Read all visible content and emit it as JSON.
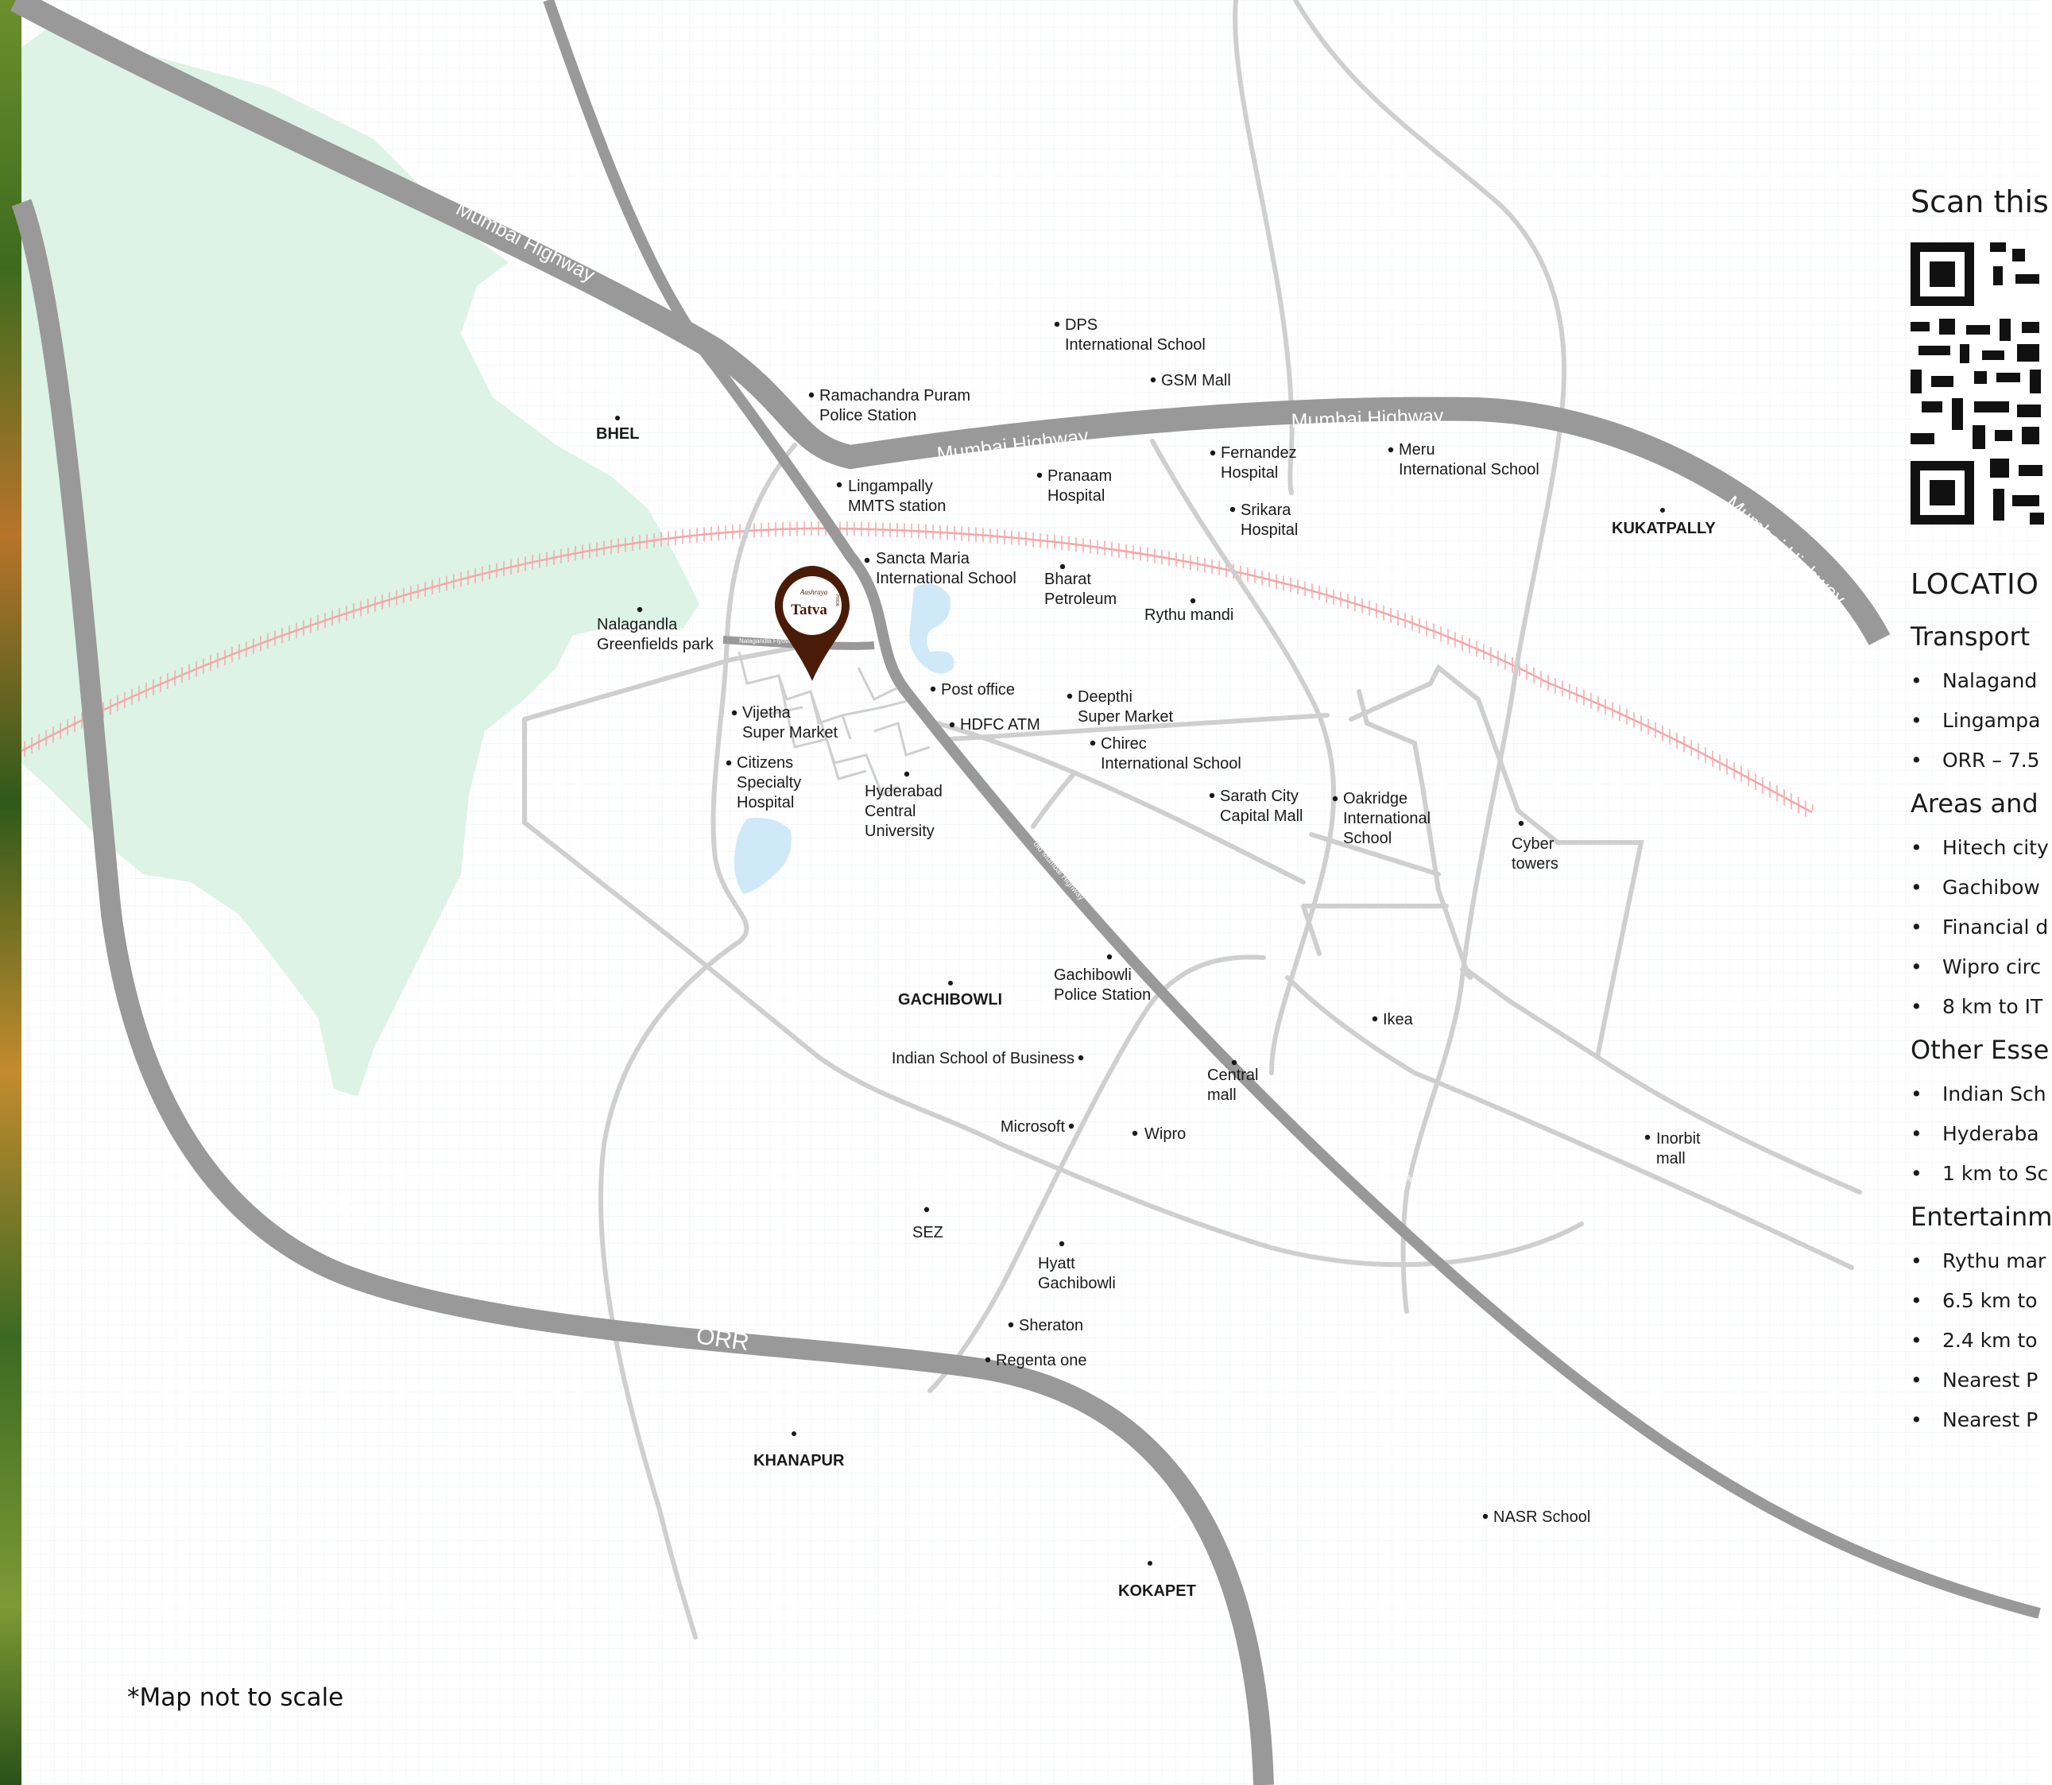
{
  "roads": {
    "mumbai_highway": "Mumbai Highway",
    "orr": "ORR",
    "old_mumbai_highway": "old Mumbai Highway",
    "nalagandla_flyover": "Nalagandla Flyover"
  },
  "marker": {
    "brand_small": "Aashraya",
    "brand": "Tatva",
    "brand_side": "PRIDE"
  },
  "areas": {
    "bhel": "BHEL",
    "kukatpally": "KUKATPALLY",
    "gachibowli": "GACHIBOWLI",
    "khanapur": "KHANAPUR",
    "kokapet": "KOKAPET"
  },
  "places": {
    "dps": [
      "DPS",
      "International School"
    ],
    "gsm": [
      "GSM Mall"
    ],
    "ramachandra": [
      "Ramachandra Puram",
      "Police Station"
    ],
    "fernandez": [
      "Fernandez",
      "Hospital"
    ],
    "meru": [
      "Meru",
      "International School"
    ],
    "lingampally": [
      "Lingampally",
      "MMTS station"
    ],
    "pranaam": [
      "Pranaam",
      "Hospital"
    ],
    "srikara": [
      "Srikara",
      "Hospital"
    ],
    "sancta": [
      "Sancta Maria",
      "International School"
    ],
    "bharat": [
      "Bharat",
      "Petroleum"
    ],
    "rythu": [
      "Rythu mandi"
    ],
    "nalagandla": [
      "Nalagandla",
      "Greenfields park"
    ],
    "post": [
      "Post office"
    ],
    "deepthi": [
      "Deepthi",
      "Super Market"
    ],
    "hdfc": [
      "HDFC ATM"
    ],
    "vijetha": [
      "Vijetha",
      "Super Market"
    ],
    "chirec": [
      "Chirec",
      "International School"
    ],
    "citizens": [
      "Citizens",
      "Specialty",
      "Hospital"
    ],
    "hcu": [
      "Hyderabad",
      "Central",
      "University"
    ],
    "sarath": [
      "Sarath City",
      "Capital Mall"
    ],
    "oakridge": [
      "Oakridge",
      "International",
      "School"
    ],
    "cyber": [
      "Cyber",
      "towers"
    ],
    "gpolice": [
      "Gachibowli",
      "Police Station"
    ],
    "ikea": [
      "Ikea"
    ],
    "isb": [
      "Indian School of Business"
    ],
    "central": [
      "Central",
      "mall"
    ],
    "microsoft": [
      "Microsoft"
    ],
    "wipro": [
      "Wipro"
    ],
    "inorbit": [
      "Inorbit",
      "mall"
    ],
    "sez": [
      "SEZ"
    ],
    "hyatt": [
      "Hyatt",
      "Gachibowli"
    ],
    "sheraton": [
      "Sheraton"
    ],
    "regenta": [
      "Regenta one"
    ],
    "nasr": [
      "NASR School"
    ]
  },
  "note": "*Map not to scale",
  "sidebar": {
    "scan": "Scan this",
    "title": "LOCATIO",
    "transport": {
      "heading": "Transport",
      "items": [
        "Nalagand",
        "Lingampa",
        "ORR – 7.5"
      ]
    },
    "areas": {
      "heading": "Areas and",
      "items": [
        "Hitech city",
        "Gachibow",
        "Financial d",
        "Wipro circ",
        "8 km to IT"
      ]
    },
    "other": {
      "heading": "Other Esse",
      "items": [
        "Indian Sch",
        "Hyderaba",
        "1 km to Sc"
      ]
    },
    "entertainment": {
      "heading": "Entertainm",
      "items": [
        "Rythu mar",
        "6.5 km to",
        "2.4 km to",
        "Nearest P",
        "Nearest P"
      ]
    }
  },
  "colors": {
    "highway": "#999999",
    "minor_road": "#cfcfcf",
    "park": "#dcf3e6",
    "water": "#cfe9f8",
    "rail": "#f4a7a7",
    "marker": "#4a1c08",
    "grid": "#eef2f5"
  }
}
